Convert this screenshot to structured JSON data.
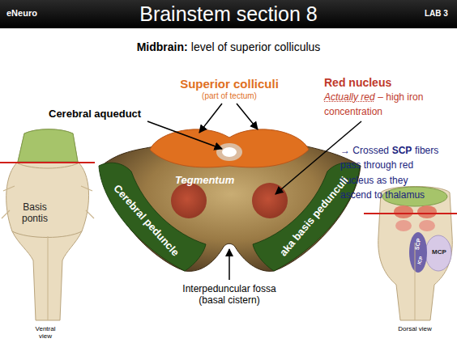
{
  "diagram": {
    "title": "Brainstem section 8",
    "labels": [
      "eNeuro",
      "LAB 3",
      "Midbrain:",
      "level of superior colliculus",
      "Superior colliculi",
      "(part of tectum)",
      "Cerebral aqueduct",
      "Red nucleus",
      "Actually red",
      "– high iron concentration",
      "→ Crossed",
      "SCP",
      "fibers pass through red nucleus as they ascend to thalamus",
      "Tegmentum",
      "Cerebral peduncle",
      "aka basis pedunculi",
      "Interpeduncular fossa (basal cistern)",
      "Basis pontis",
      "Ventral view",
      "SCP",
      "ICP",
      "MCP",
      "Dorsal view"
    ]
  }
}
